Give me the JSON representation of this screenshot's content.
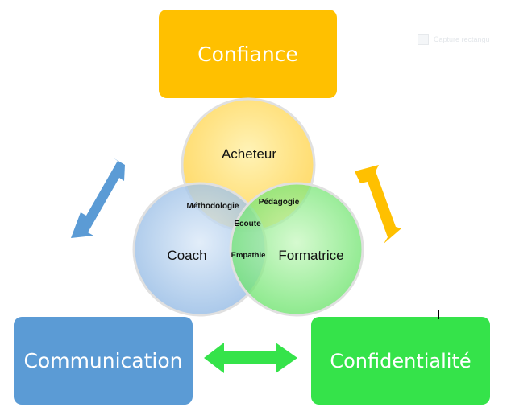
{
  "boxes": {
    "top": {
      "label": "Confiance",
      "color": "#ffc000"
    },
    "left": {
      "label": "Communication",
      "color": "#5b9bd5"
    },
    "right": {
      "label": "Confidentialité",
      "color": "#35e34a"
    }
  },
  "venn": {
    "circles": {
      "top": {
        "label": "Acheteur",
        "color": "#ffd966"
      },
      "left": {
        "label": "Coach",
        "color": "#9dc3e6"
      },
      "right": {
        "label": "Formatrice",
        "color": "#7ee87a"
      }
    },
    "intersections": {
      "top_left": "Méthodologie",
      "top_right": "Pédagogie",
      "center": "Ecoute",
      "left_right": "Empathie"
    }
  },
  "arrows": {
    "left": {
      "color": "#5b9bd5"
    },
    "right": {
      "color": "#ffc000"
    },
    "bottom": {
      "color": "#35e34a"
    }
  },
  "background_ghost": {
    "label": "Capture rectangu"
  }
}
